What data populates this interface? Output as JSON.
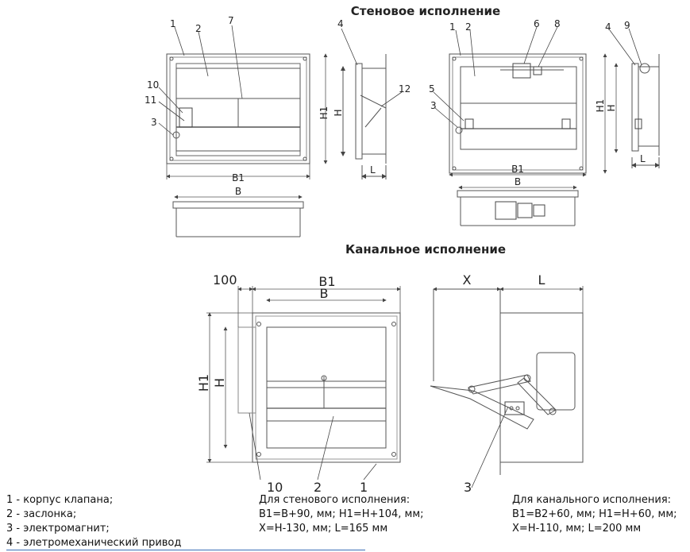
{
  "titles": {
    "wall": "Стеновое исполнение",
    "duct": "Канальное исполнение"
  },
  "callouts": {
    "left_drawing": [
      "1",
      "2",
      "7",
      "10",
      "11",
      "3"
    ],
    "side_small": [
      "4",
      "12"
    ],
    "right_drawing": [
      "1",
      "2",
      "6",
      "8",
      "5",
      "3"
    ],
    "right_side": [
      "4",
      "9"
    ],
    "duct_front": [
      "10",
      "2",
      "1"
    ],
    "duct_side": [
      "3"
    ]
  },
  "dimensions": {
    "b1": "B1",
    "b": "B",
    "h1": "H1",
    "h": "H",
    "l": "L",
    "x": "X",
    "hundred": "100"
  },
  "legend": {
    "items": [
      "1 - корпус клапана;",
      "2 - заслонка;",
      "3 - электромагнит;",
      "4 - элетромеханический привод"
    ],
    "wall": {
      "heading": "Для стенового исполнения:",
      "line1": "B1=B+90, мм; H1=H+104, мм;",
      "line2": "X=H-130, мм;  L=165 мм"
    },
    "duct": {
      "heading": "Для канального исполнения:",
      "line1": "B1=B2+60, мм; H1=H+60, мм;",
      "line2": "X=H-110, мм;  L=200 мм"
    }
  }
}
